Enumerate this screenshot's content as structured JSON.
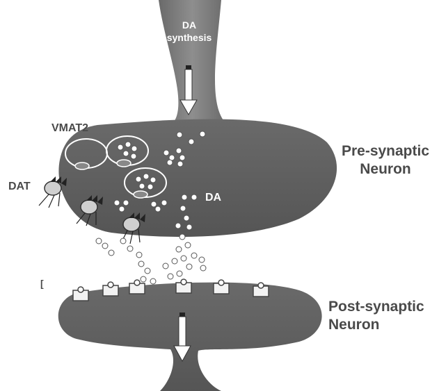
{
  "labels": {
    "da_synthesis_line1": "DA",
    "da_synthesis_line2": "synthesis",
    "vmat2": "VMAT2",
    "dat": "DAT",
    "da": "DA",
    "presynaptic_line1": "Pre-synaptic",
    "presynaptic_line2": "Neuron",
    "postsynaptic_line1": "Post-synaptic",
    "postsynaptic_line2": "Neuron",
    "stray_mark": "["
  },
  "colors": {
    "neuron_fill": "#5e5e5e",
    "dark_text": "#4a4a4a",
    "light_text": "#ffffff"
  }
}
